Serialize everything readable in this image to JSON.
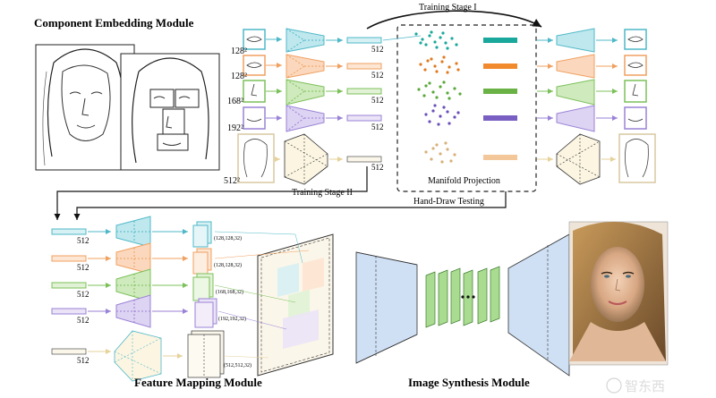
{
  "modules": {
    "component_embedding": "Component Embedding Module",
    "feature_mapping": "Feature Mapping Module",
    "image_synthesis": "Image Synthesis Module"
  },
  "stages": {
    "training_stage_1": "Training Stage I",
    "training_stage_2": "Training  Stage II",
    "manifold_projection": "Manifold Projection",
    "hand_draw_testing": "Hand-Draw Testing"
  },
  "input_sizes": [
    "128²",
    "128²",
    "168²",
    "192²",
    "512²"
  ],
  "vector_dim": "512",
  "feature_dims": [
    "(128,128,32)",
    "(128,128,32)",
    "(168,168,32)",
    "(192,192,32)",
    "(512,512,32)"
  ],
  "colors": {
    "left_eye": "#8fd3dc",
    "right_eye": "#f2c29a",
    "nose": "#a9d88e",
    "mouth": "#c3b6e6",
    "remainder": "#f6efd8",
    "teal_bar": "#1aa89c",
    "orange_bar": "#f08a2c",
    "green_bar": "#6ab245",
    "purple_bar": "#7a5fc2",
    "beige_bar": "#f3c79a",
    "synthesis_blue": "#cfe0f5",
    "synthesis_green": "#a9dc90"
  },
  "watermark": "智东西"
}
